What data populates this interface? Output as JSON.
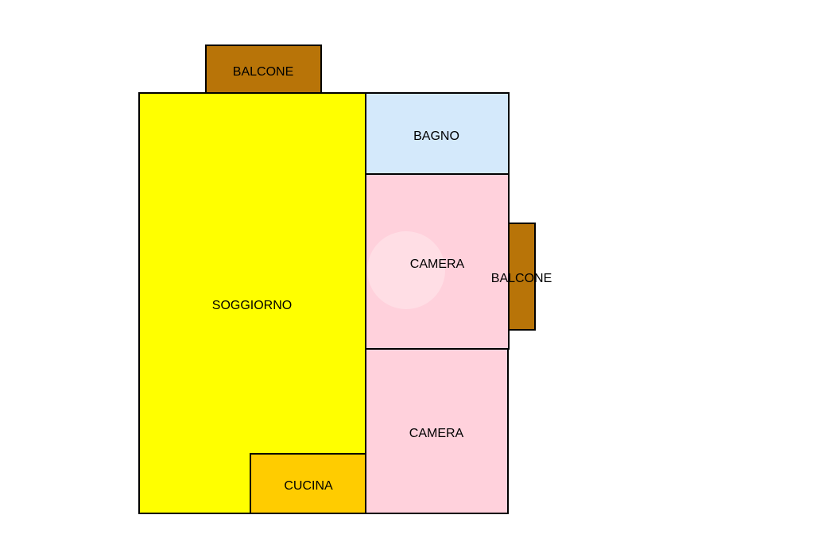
{
  "rooms": {
    "balcone_top": {
      "label": "BALCONE",
      "color": "#b87408"
    },
    "soggiorno": {
      "label": "SOGGIORNO",
      "color": "#ffff00"
    },
    "bagno": {
      "label": "BAGNO",
      "color": "#d4e9fb"
    },
    "camera_1": {
      "label": "CAMERA",
      "color": "#ffd1dc"
    },
    "camera_2": {
      "label": "CAMERA",
      "color": "#ffd1dc"
    },
    "cucina": {
      "label": "CUCINA",
      "color": "#ffcc00"
    },
    "balcone_right": {
      "label": "BALCONE",
      "color": "#b87408"
    }
  }
}
